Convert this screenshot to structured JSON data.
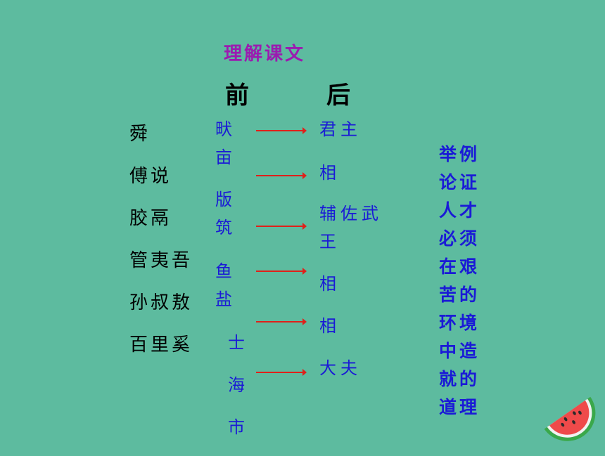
{
  "title": "理解课文",
  "headers": {
    "before": "前",
    "after": "后"
  },
  "people": [
    "舜",
    "傅说",
    "胶鬲",
    "管夷吾",
    "孙叔敖",
    "百里奚"
  ],
  "before": [
    "畎亩",
    "版筑",
    "鱼盐",
    "士",
    "海",
    "市"
  ],
  "after": [
    "君主",
    "相",
    "辅佐武王",
    "相",
    "相",
    "大夫"
  ],
  "conclusion": "举例论证人才必须在艰苦的环境中造就的道理",
  "colors": {
    "background": "#5dbb9f",
    "title": "#9b1bb0",
    "text_blue": "#1a1ad6",
    "arrow": "#e0201a"
  },
  "decoration_icon": "watermelon-slice-icon"
}
